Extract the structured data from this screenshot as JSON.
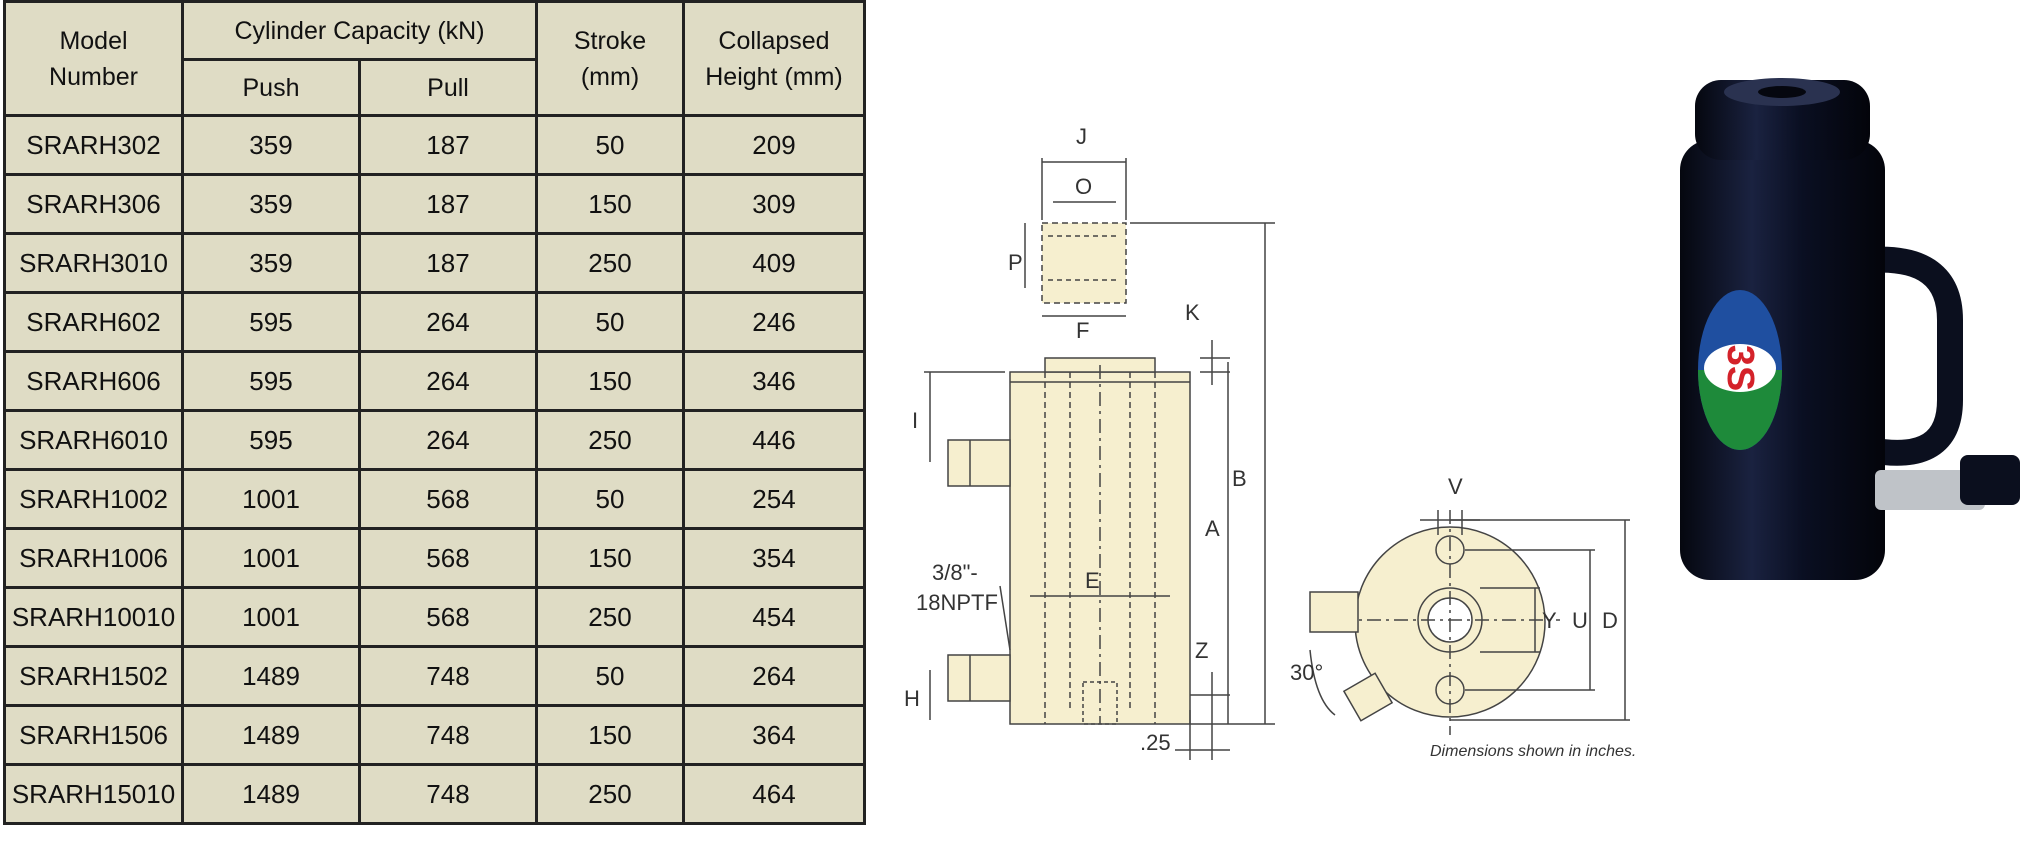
{
  "table": {
    "headers": {
      "model_line1": "Model",
      "model_line2": "Number",
      "capacity": "Cylinder Capacity (kN)",
      "push": "Push",
      "pull": "Pull",
      "stroke_line1": "Stroke",
      "stroke_line2": "(mm)",
      "height_line1": "Collapsed",
      "height_line2": "Height (mm)"
    },
    "rows": [
      {
        "model": "SRARH302",
        "push": "359",
        "pull": "187",
        "stroke": "50",
        "height": "209"
      },
      {
        "model": "SRARH306",
        "push": "359",
        "pull": "187",
        "stroke": "150",
        "height": "309"
      },
      {
        "model": "SRARH3010",
        "push": "359",
        "pull": "187",
        "stroke": "250",
        "height": "409"
      },
      {
        "model": "SRARH602",
        "push": "595",
        "pull": "264",
        "stroke": "50",
        "height": "246"
      },
      {
        "model": "SRARH606",
        "push": "595",
        "pull": "264",
        "stroke": "150",
        "height": "346"
      },
      {
        "model": "SRARH6010",
        "push": "595",
        "pull": "264",
        "stroke": "250",
        "height": "446"
      },
      {
        "model": "SRARH1002",
        "push": "1001",
        "pull": "568",
        "stroke": "50",
        "height": "254"
      },
      {
        "model": "SRARH1006",
        "push": "1001",
        "pull": "568",
        "stroke": "150",
        "height": "354"
      },
      {
        "model": "SRARH10010",
        "push": "1001",
        "pull": "568",
        "stroke": "250",
        "height": "454"
      },
      {
        "model": "SRARH1502",
        "push": "1489",
        "pull": "748",
        "stroke": "50",
        "height": "264"
      },
      {
        "model": "SRARH1506",
        "push": "1489",
        "pull": "748",
        "stroke": "150",
        "height": "364"
      },
      {
        "model": "SRARH15010",
        "push": "1489",
        "pull": "748",
        "stroke": "250",
        "height": "464"
      }
    ]
  },
  "drawing": {
    "labels": {
      "J": "J",
      "O": "O",
      "P": "P",
      "F": "F",
      "K": "K",
      "I": "I",
      "B": "B",
      "A": "A",
      "E": "E",
      "thread_line1": "3/8\"-",
      "thread_line2": "18NPTF",
      "Z": "Z",
      "H": "H",
      "offset": ".25",
      "V": "V",
      "Y": "Y",
      "U": "U",
      "D": "D",
      "angle": "30°"
    },
    "note": "Dimensions shown in inches."
  },
  "photo": {
    "logo_text": "3S"
  },
  "colors": {
    "table_bg": "#dfdcc5",
    "border": "#222222",
    "drawing_fill": "#f6efcf",
    "cylinder_body": "#0d1226",
    "logo_blue": "#1f4fa0",
    "logo_green": "#1e8a3a",
    "logo_red": "#d4222a"
  }
}
